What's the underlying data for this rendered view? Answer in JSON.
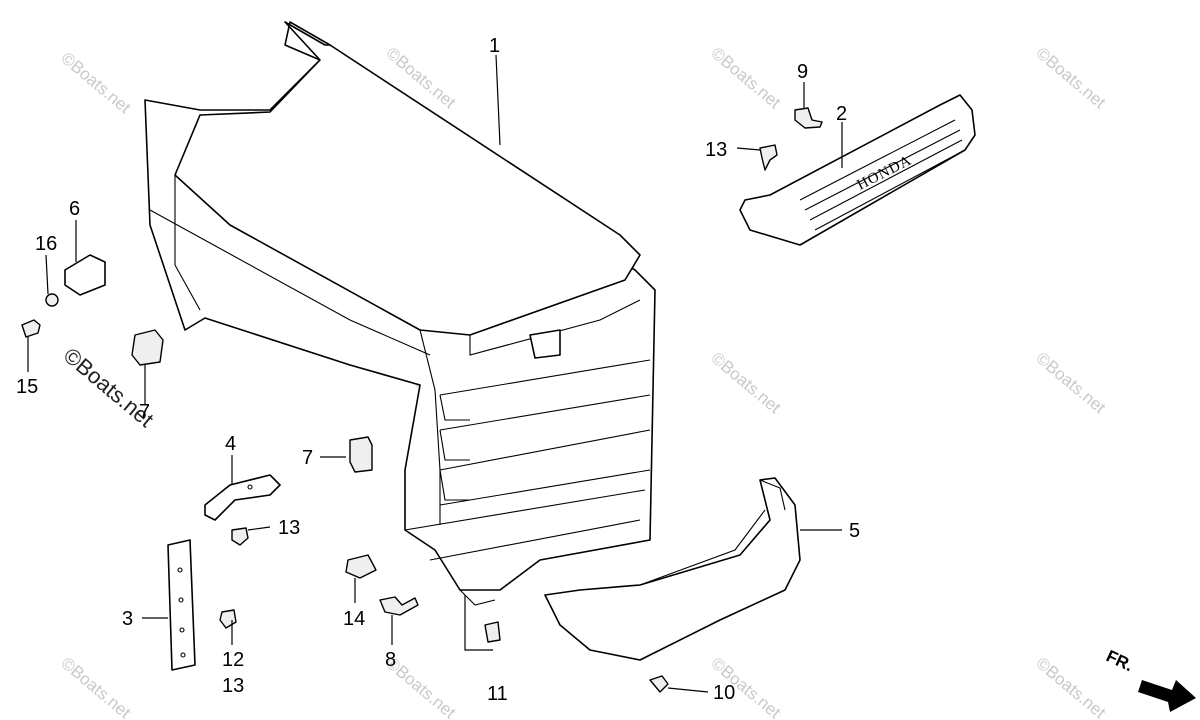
{
  "watermark": {
    "text": "©Boats.net",
    "main_text": "©Boats.net"
  },
  "brand_label": "HONDA",
  "direction_label": "FR.",
  "callouts": [
    {
      "id": "1",
      "label": "1"
    },
    {
      "id": "2",
      "label": "2"
    },
    {
      "id": "3",
      "label": "3"
    },
    {
      "id": "4",
      "label": "4"
    },
    {
      "id": "5",
      "label": "5"
    },
    {
      "id": "6",
      "label": "6"
    },
    {
      "id": "7a",
      "label": "7"
    },
    {
      "id": "7b",
      "label": "7"
    },
    {
      "id": "8",
      "label": "8"
    },
    {
      "id": "9",
      "label": "9"
    },
    {
      "id": "10",
      "label": "10"
    },
    {
      "id": "11",
      "label": "11"
    },
    {
      "id": "12",
      "label": "12"
    },
    {
      "id": "13a",
      "label": "13"
    },
    {
      "id": "13b",
      "label": "13"
    },
    {
      "id": "13c",
      "label": "13"
    },
    {
      "id": "14",
      "label": "14"
    },
    {
      "id": "15",
      "label": "15"
    },
    {
      "id": "16",
      "label": "16"
    }
  ]
}
